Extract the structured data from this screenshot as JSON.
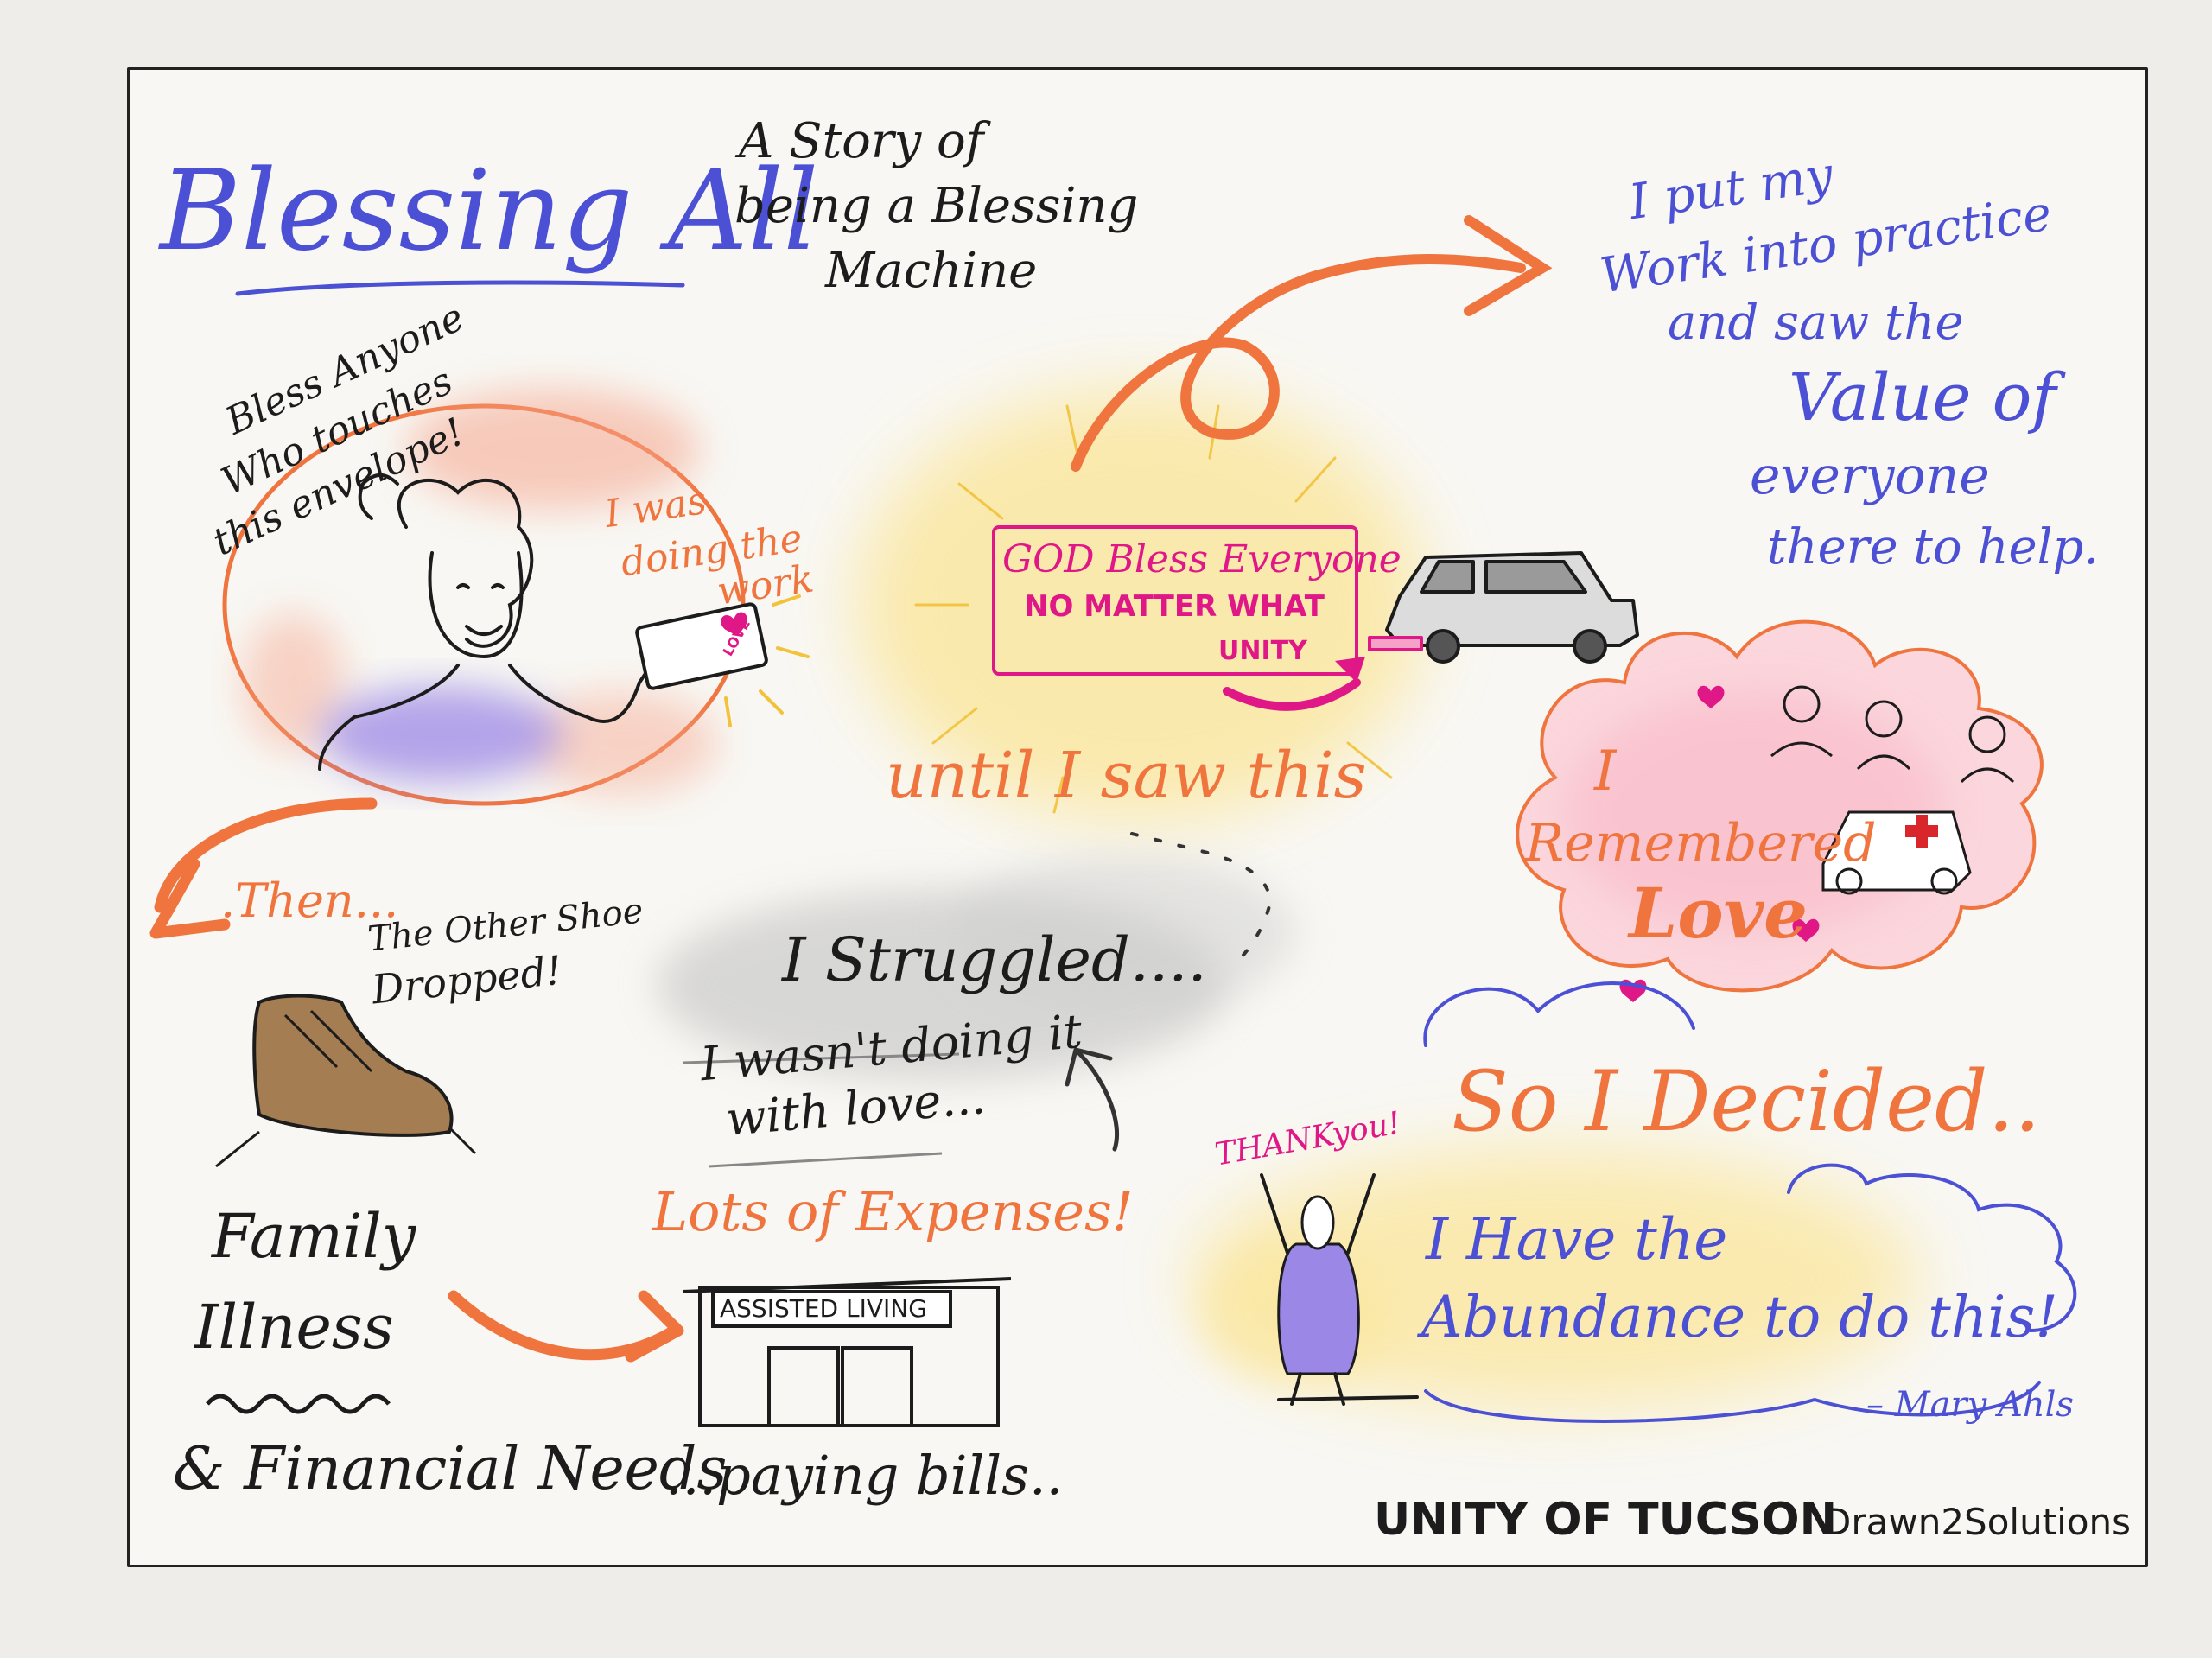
{
  "title": "Blessing All",
  "subtitle_lines": [
    "A Story of",
    "being a Blessing",
    "Machine"
  ],
  "left_scene": {
    "speech_lines": [
      "Bless Anyone",
      "Who touches",
      "this envelope!"
    ],
    "work_lines": [
      "I was",
      "doing the",
      "work"
    ],
    "envelope_text": "LOVE"
  },
  "center_scene": {
    "sign_line1": "GOD Bless Everyone",
    "sign_line2": "NO MATTER WHAT",
    "sign_line3": "UNITY",
    "until_text": "until I saw this"
  },
  "right_top_lines": [
    "I put my",
    "Work into practice",
    "and saw the",
    "Value of",
    "everyone",
    "there to help."
  ],
  "love_cloud": {
    "line1": "I",
    "line2": "Remembered",
    "line3": "Love"
  },
  "then_section": {
    "then_text": ".Then...",
    "shoe_lines": [
      "The Other Shoe",
      "Dropped!"
    ]
  },
  "family_lines": [
    "Family",
    "Illness"
  ],
  "financial_text": "& Financial Needs",
  "struggle_section": {
    "struggled": "I Struggled....",
    "not_love_lines": [
      "I wasn't doing it",
      "with love..."
    ],
    "expenses": "Lots of Expenses!",
    "assisted_living": "ASSISTED LIVING",
    "paying_bills": "...paying bills.."
  },
  "decided_section": {
    "thank_you": "THANKyou!",
    "decided": "So I Decided..",
    "abundance_lines": [
      "I Have the",
      "Abundance to do this!"
    ],
    "attribution": "– Mary Ahls"
  },
  "footer": {
    "organization": "UNITY OF TUCSON",
    "credit": "Drawn2Solutions"
  },
  "colors": {
    "blue": "#4b50d4",
    "orange": "#f0743e",
    "magenta": "#e01786",
    "ink": "#1c1c1c",
    "purple_wash": "#9b87e6",
    "yellow_glow": "#fbe7a0"
  }
}
